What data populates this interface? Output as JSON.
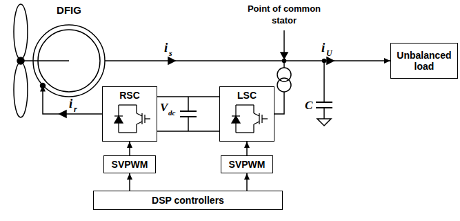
{
  "diagram": {
    "nodes": [
      {
        "text": [
          "DFIG"
        ]
      },
      {
        "text": [
          "RSC"
        ]
      },
      {
        "text": [
          "LSC"
        ]
      },
      {
        "text": [
          "SVPWM"
        ]
      },
      {
        "text": [
          "SVPWM"
        ]
      },
      {
        "text": [
          "DSP controllers"
        ]
      },
      {
        "text": [
          "Unbalanced load"
        ]
      }
    ],
    "edges": [
      {
        "from": 0,
        "to": 6,
        "arrow": "to"
      },
      {
        "from": 1,
        "to": 0,
        "arrow": "to"
      },
      {
        "from": 1,
        "to": 2,
        "arrow": "none"
      },
      {
        "from": 3,
        "to": 1,
        "arrow": "to"
      },
      {
        "from": 4,
        "to": 2,
        "arrow": "to"
      },
      {
        "from": 5,
        "to": 3,
        "arrow": "to"
      },
      {
        "from": 5,
        "to": 4,
        "arrow": "to"
      }
    ],
    "labels": [
      "Point of common stator",
      "i",
      "s",
      "i",
      "r",
      "V",
      "dc",
      "i",
      "U",
      "C"
    ]
  }
}
